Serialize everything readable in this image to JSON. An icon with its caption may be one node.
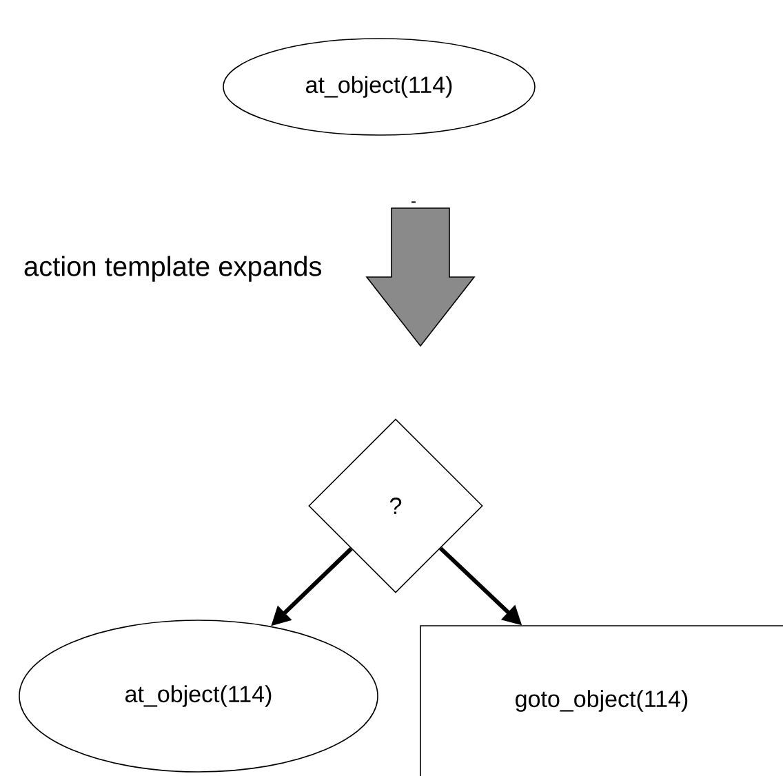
{
  "diagram": {
    "nodes": [
      {
        "text": [
          "at_object(114)"
        ]
      },
      {
        "text": [
          "?"
        ]
      },
      {
        "text": [
          "at_object(114)"
        ]
      },
      {
        "text": [
          "goto_object(114)"
        ]
      }
    ],
    "edges": [
      {
        "from": 0,
        "to": 1,
        "arrow": "to",
        "label": "action template expands",
        "style": "thick",
        "color": "#8a8a8a"
      },
      {
        "from": 1,
        "to": 2,
        "arrow": "to"
      },
      {
        "from": 1,
        "to": 3,
        "arrow": "to"
      }
    ],
    "labels": [
      "-"
    ]
  }
}
